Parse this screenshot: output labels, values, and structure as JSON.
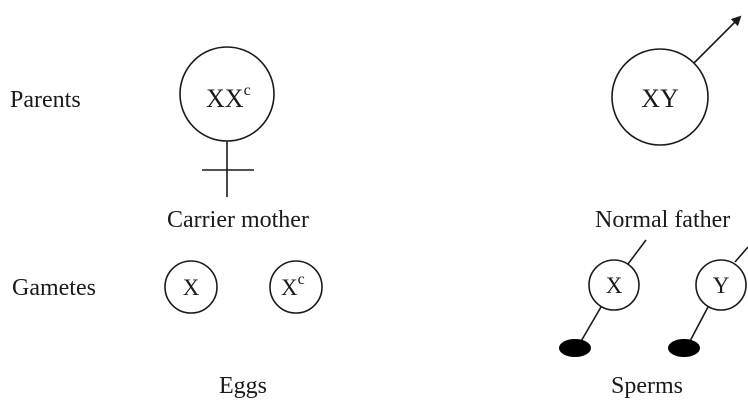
{
  "labels": {
    "parents": "Parents",
    "gametes": "Gametes",
    "eggs": "Eggs",
    "sperms": "Sperms"
  },
  "mother": {
    "genotype_main": "XX",
    "genotype_sup": "c",
    "caption": "Carrier mother",
    "symbol": "female-symbol"
  },
  "father": {
    "genotype": "XY",
    "caption": "Normal father",
    "symbol": "male-symbol"
  },
  "eggs": [
    {
      "main": "X",
      "sup": ""
    },
    {
      "main": "X",
      "sup": "c"
    }
  ],
  "sperms": [
    {
      "main": "X"
    },
    {
      "main": "Y"
    }
  ],
  "colors": {
    "ink": "#1a1a1a",
    "sperm_head": "#000000"
  }
}
